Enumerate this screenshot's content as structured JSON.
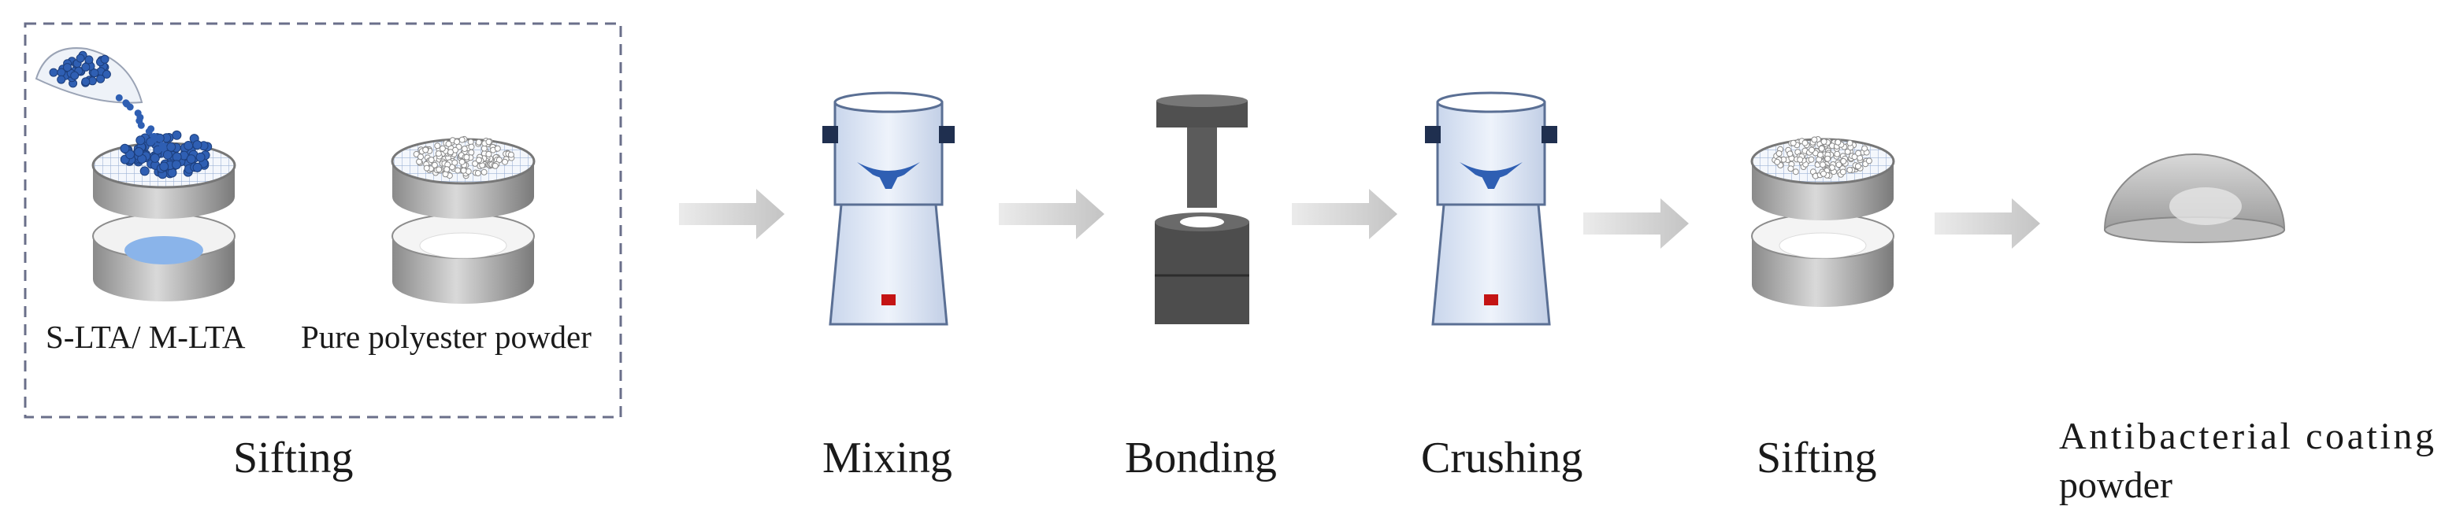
{
  "group_box": {
    "left_sieve_label": "S-LTA/ M-LTA",
    "right_sieve_label": "Pure polyester powder"
  },
  "steps": [
    {
      "id": "sifting-1",
      "label": "Sifting"
    },
    {
      "id": "mixing",
      "label": "Mixing"
    },
    {
      "id": "bonding",
      "label": "Bonding"
    },
    {
      "id": "crushing",
      "label": "Crushing"
    },
    {
      "id": "sifting-2",
      "label": "Sifting"
    },
    {
      "id": "result",
      "label_line1": "Antibacterial coating",
      "label_line2": "powder"
    }
  ],
  "colors": {
    "blue_beads": "#2f5fb3",
    "light_blue": "#8ab4ea",
    "machine_body": "#dde7f6",
    "machine_outline": "#5a6f94",
    "press_dark": "#4d4d4d",
    "arrow": "#cfcfcf",
    "red_button": "#c41414",
    "clamp": "#1f2f4f"
  }
}
